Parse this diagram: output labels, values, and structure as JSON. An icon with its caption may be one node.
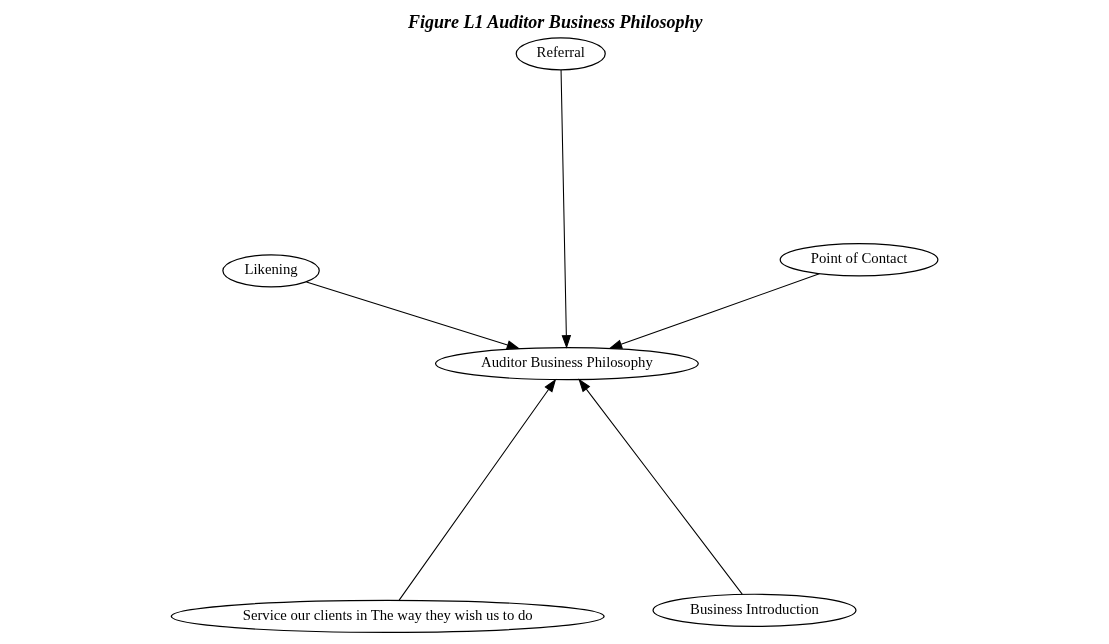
{
  "diagram": {
    "title": "Figure L1 Auditor Business Philosophy",
    "nodes": [
      {
        "text": [
          "Service our clients in The way they wish us to do"
        ]
      },
      {
        "text": [
          "Business Introduction"
        ]
      },
      {
        "text": [
          "Auditor Business Philosophy"
        ]
      },
      {
        "text": [
          "Referral"
        ]
      },
      {
        "text": [
          "Point of Contact"
        ]
      },
      {
        "text": [
          "Likening"
        ]
      }
    ],
    "edges": [
      {
        "from": 0,
        "to": 2,
        "arrow": "to"
      },
      {
        "from": 1,
        "to": 2,
        "arrow": "to"
      },
      {
        "from": 3,
        "to": 2,
        "arrow": "to"
      },
      {
        "from": 4,
        "to": 2,
        "arrow": "to"
      },
      {
        "from": 5,
        "to": 2,
        "arrow": "to"
      }
    ]
  }
}
